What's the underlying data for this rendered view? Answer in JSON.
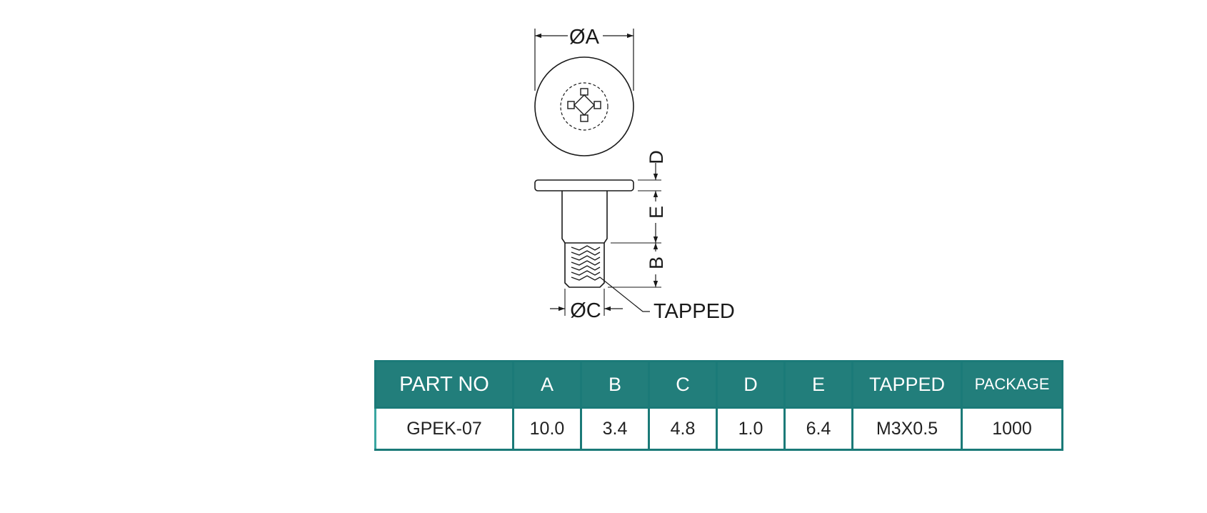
{
  "drawing": {
    "labels": {
      "dim_a": "ØA",
      "dim_b": "B",
      "dim_c": "ØC",
      "dim_d": "D",
      "dim_e": "E",
      "tapped": "TAPPED"
    },
    "icons": [
      "phillips-cross-icon",
      "dimension-arrow-icon"
    ]
  },
  "table": {
    "headers": [
      "PART NO",
      "A",
      "B",
      "C",
      "D",
      "E",
      "TAPPED",
      "PACKAGE"
    ],
    "rows": [
      [
        "GPEK-07",
        "10.0",
        "3.4",
        "4.8",
        "1.0",
        "6.4",
        "M3X0.5",
        "1000"
      ]
    ]
  },
  "colors": {
    "header_bg": "#227e7b",
    "border": "#1b7a78",
    "line": "#1a1a1a"
  }
}
